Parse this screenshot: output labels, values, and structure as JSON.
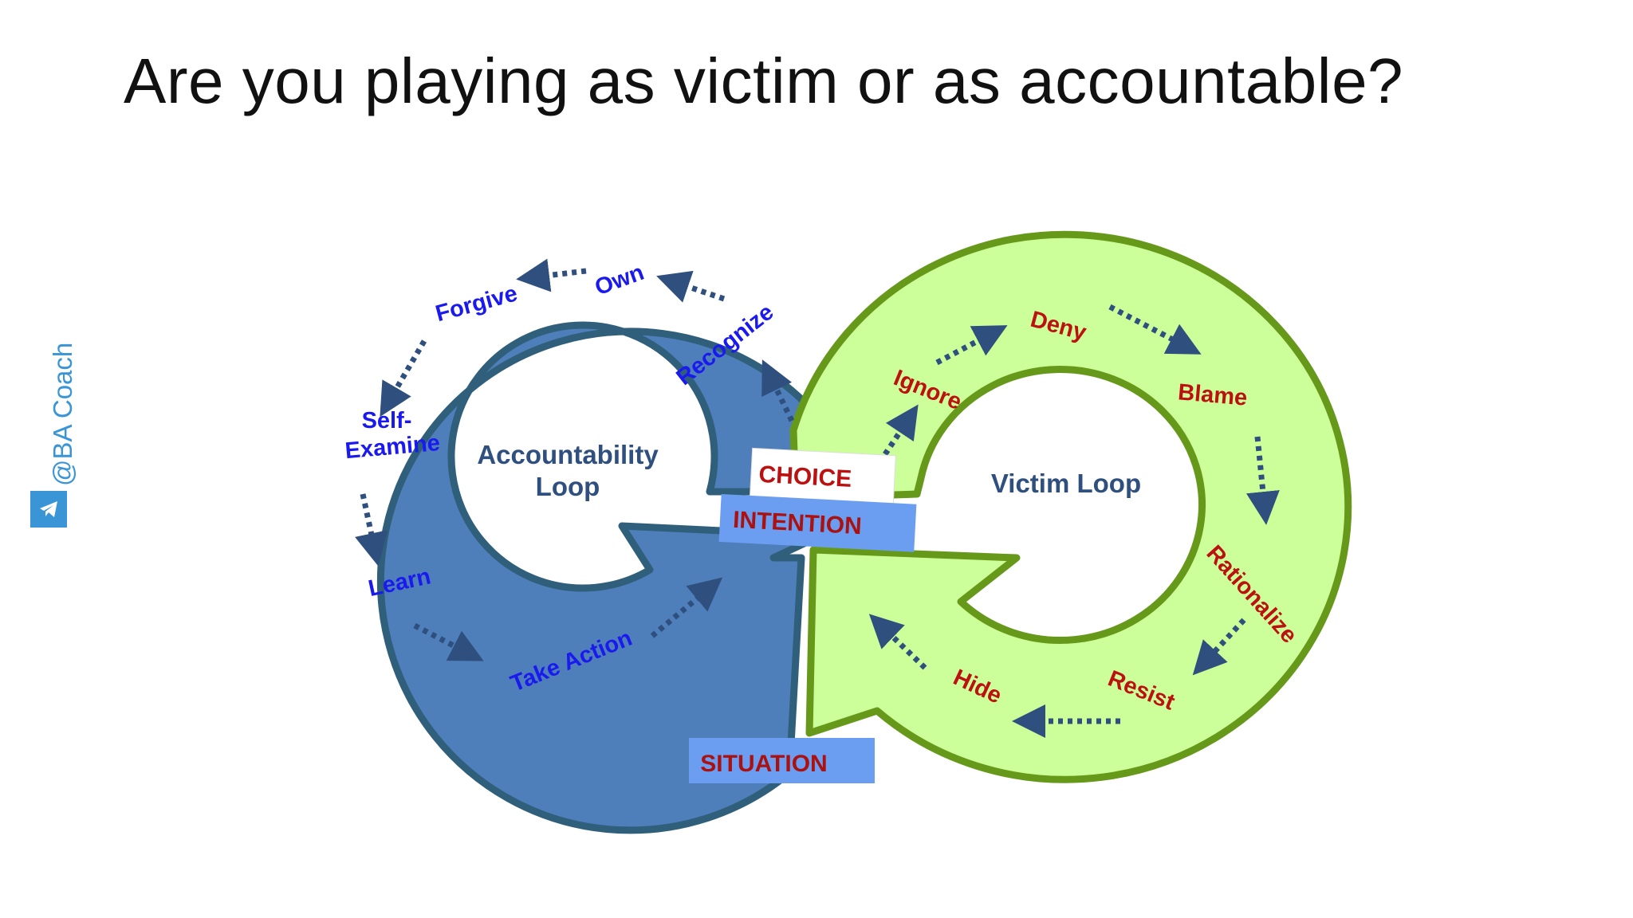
{
  "slide": {
    "title": "Are you playing as victim or as accountable?"
  },
  "watermark": {
    "text": "@BA Coach",
    "icon": "telegram-icon",
    "color": "#3a95d6"
  },
  "diagram": {
    "accountability_loop": {
      "label_line1": "Accountability",
      "label_line2": "Loop",
      "steps": [
        "Recognize",
        "Own",
        "Forgive",
        "Self-",
        "Examine",
        "Learn",
        "Take Action"
      ],
      "fill": "#4f7fba",
      "stroke": "#2f5f7a",
      "text_color": "#1a1aee"
    },
    "victim_loop": {
      "label": "Victim Loop",
      "steps": [
        "Ignore",
        "Deny",
        "Blame",
        "Rationalize",
        "Resist",
        "Hide"
      ],
      "fill": "#ccff99",
      "stroke": "#66991a",
      "text_color": "#bb1111"
    },
    "boxes": {
      "choice": "CHOICE",
      "intention": "INTENTION",
      "situation": "SITUATION"
    },
    "arrow_color": "#2f4f7f"
  }
}
